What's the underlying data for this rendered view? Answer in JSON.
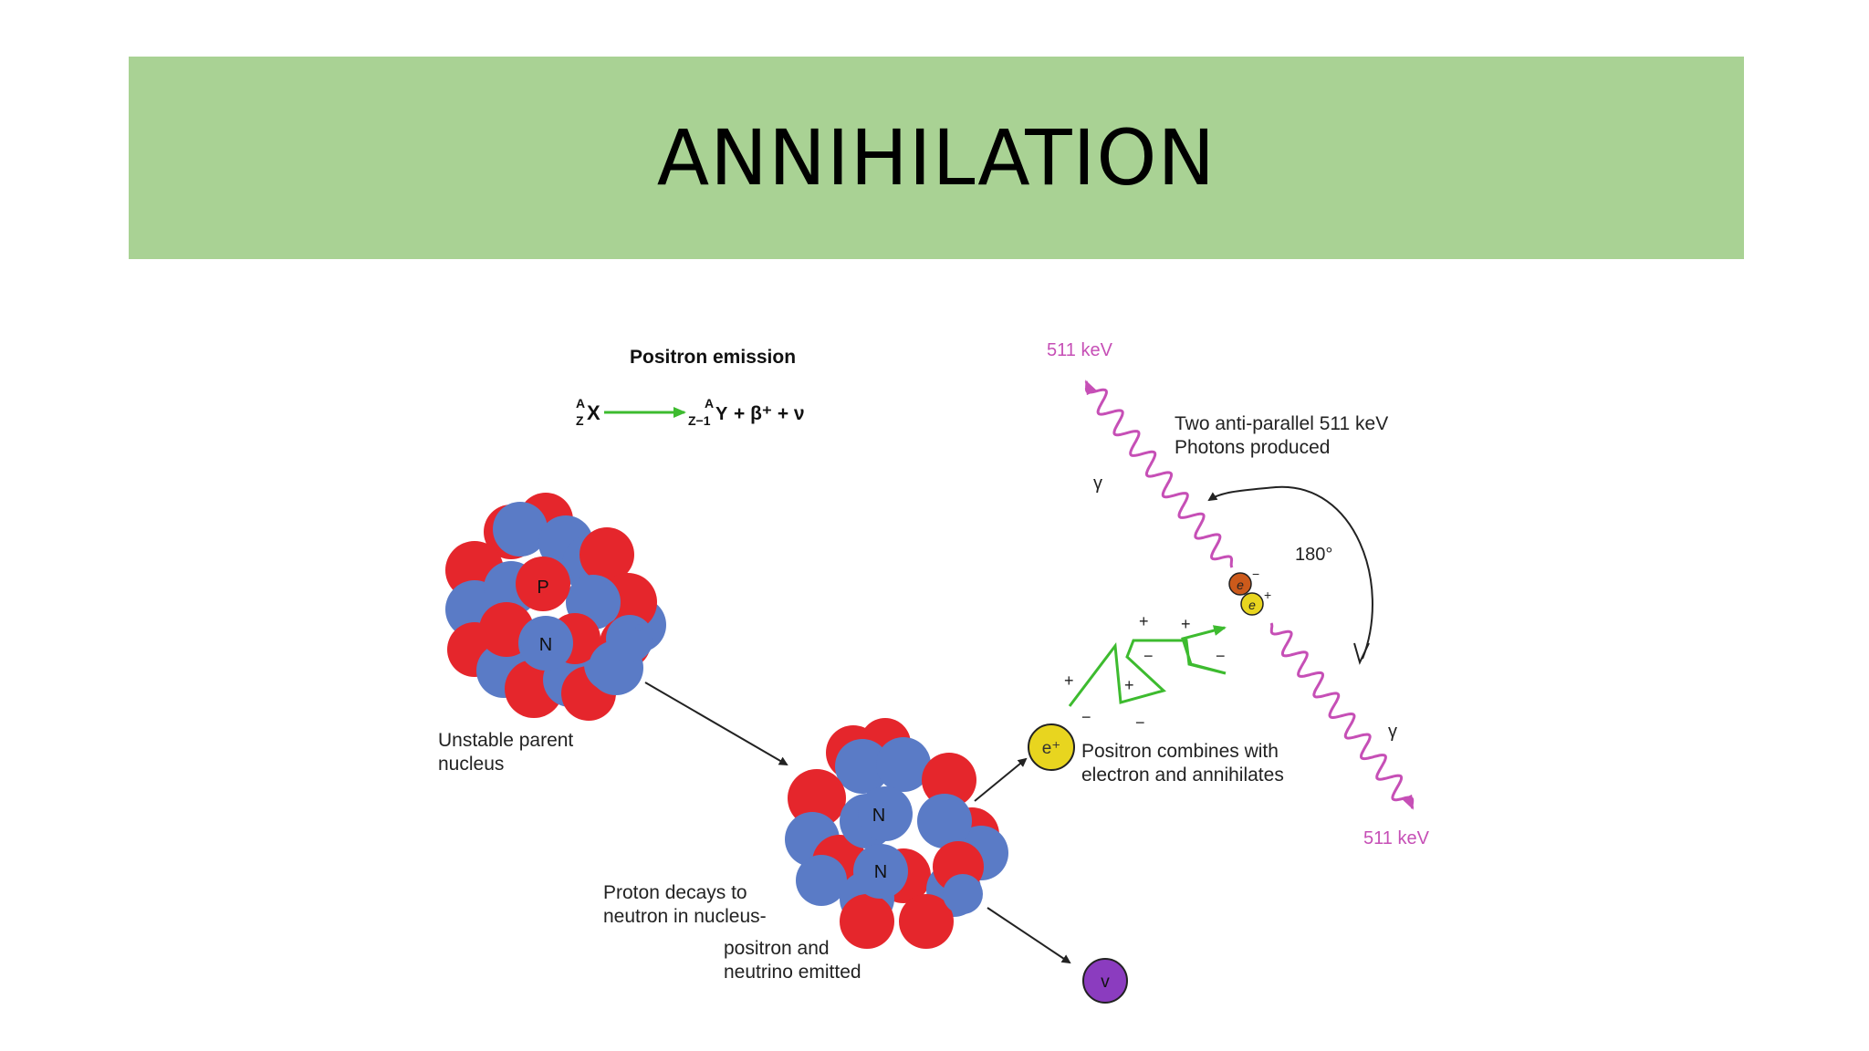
{
  "slide": {
    "title": "ANNIHILATION"
  },
  "diagram": {
    "heading": "Positron emission",
    "equation": {
      "parent_mass": "A",
      "parent_atomic": "Z",
      "parent_symbol": "X",
      "daughter_mass": "A",
      "daughter_atomic": "Z−1",
      "daughter_symbol": "Y",
      "products": "+ β⁺ + ν"
    },
    "parent_label_1": "Unstable parent",
    "parent_label_2": "nucleus",
    "parent_proton": "P",
    "parent_neutron": "N",
    "daughter_neutron_1": "N",
    "daughter_neutron_2": "N",
    "decay_label_1": "Proton decays to",
    "decay_label_2": "neutron in nucleus-",
    "decay_label_3": "positron and",
    "decay_label_4": "neutrino emitted",
    "positron": "e⁺",
    "neutrino": "v",
    "combine_label_1": "Positron combines with",
    "combine_label_2": "electron and annihilates",
    "photons_label_1": "Two anti-parallel 511 keV",
    "photons_label_2": "Photons produced",
    "angle": "180°",
    "gamma_symbol": "γ",
    "energy_top": "511 keV",
    "energy_bottom": "511 keV",
    "electron_symbol": "e",
    "plus": "+",
    "minus": "−",
    "colors": {
      "proton": "#e5262c",
      "neutron": "#5a7bc6",
      "photon": "#c64fb6",
      "path": "#3dbb2f",
      "positron": "#e8d51f",
      "electron": "#cc5a1b",
      "neutrino": "#8b3cbf"
    }
  }
}
